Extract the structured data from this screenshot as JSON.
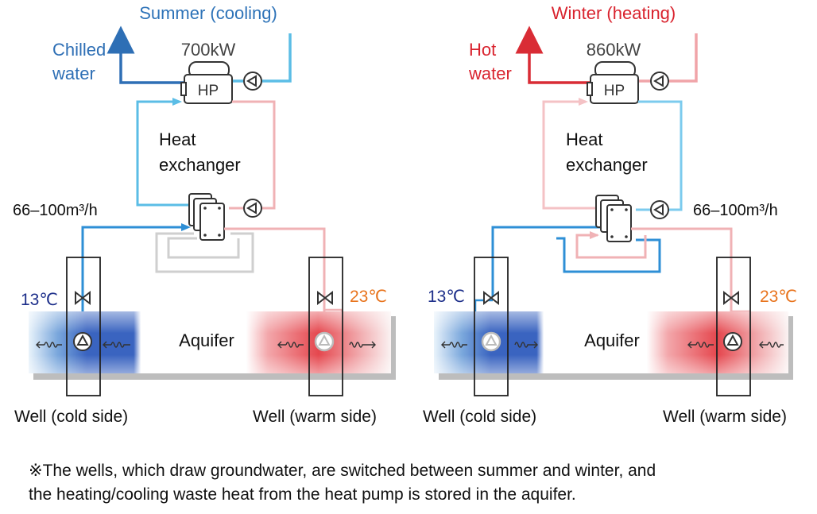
{
  "summer": {
    "title": "Summer (cooling)",
    "water_label": [
      "Chilled",
      "water"
    ],
    "power": "700kW",
    "hp": "HP",
    "heat_exchanger": [
      "Heat",
      "exchanger"
    ],
    "flow_rate": "66–100m³/h",
    "cold_temp": "13℃",
    "warm_temp": "23℃",
    "aquifer": "Aquifer",
    "cold_well": "Well (cold side)",
    "warm_well": "Well (warm side)"
  },
  "winter": {
    "title": "Winter (heating)",
    "water_label": [
      "Hot",
      "water"
    ],
    "power": "860kW",
    "hp": "HP",
    "heat_exchanger": [
      "Heat",
      "exchanger"
    ],
    "flow_rate": "66–100m³/h",
    "cold_temp": "13℃",
    "warm_temp": "23℃",
    "aquifer": "Aquifer",
    "cold_well": "Well (cold side)",
    "warm_well": "Well (warm side)"
  },
  "note": {
    "line1": "※The wells, which draw groundwater, are switched between summer and winter, and",
    "line2": "the heating/cooling waste heat from the heat pump is stored in the aquifer."
  },
  "colors": {
    "summer_title": "#2e73b8",
    "winter_title": "#d9232e",
    "chilled": "#2e6fb5",
    "hot": "#d92c35",
    "light_blue": "#5bbde6",
    "light_pink": "#f0b2b5",
    "cold_temp": "#1d2f8a",
    "warm_temp": "#e8731c",
    "grey": "#c8c8c8"
  }
}
